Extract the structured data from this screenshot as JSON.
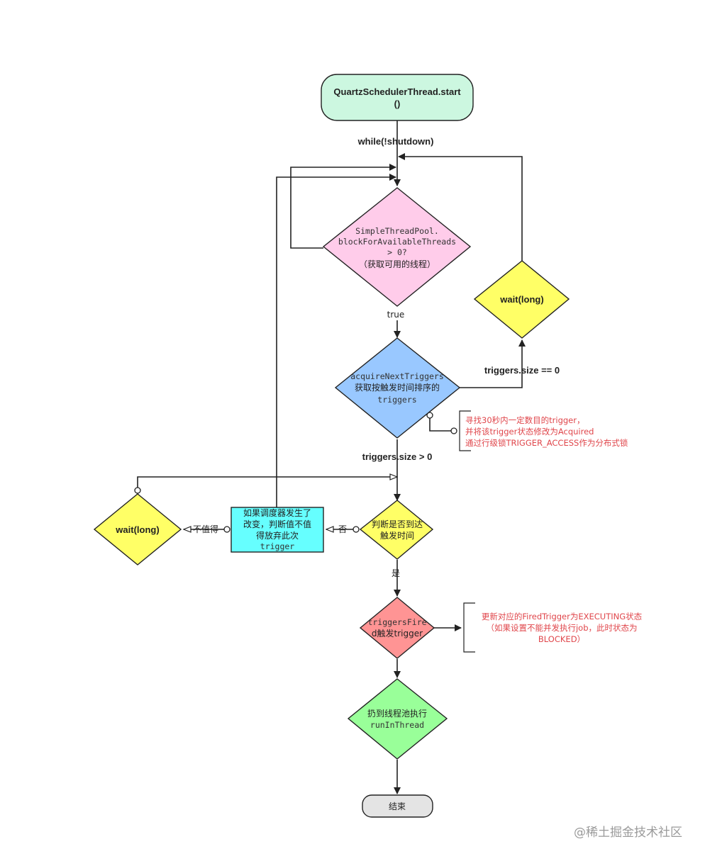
{
  "start": {
    "line1": "QuartzSchedulerThread.start",
    "line2": "()"
  },
  "loop_label": "while(!shutdown)",
  "block_threads": {
    "line1": "SimpleThreadPool.",
    "line2": "blockForAvailableThreads",
    "line3": "> 0?",
    "line4": "（获取可用的线程）"
  },
  "true_label": "true",
  "acquire": {
    "line1": "acquireNextTriggers",
    "line2": "获取按触发时间排序的",
    "line3": "triggers"
  },
  "empty_label": "triggers.size == 0",
  "wait_right": "wait(long)",
  "acquire_note": {
    "line1": "寻找30秒内一定数目的trigger，",
    "line2": "并将该trigger状态修改为Acquired",
    "line3": "通过行级锁TRIGGER_ACCESS作为分布式锁"
  },
  "nonempty_label": "triggers.size > 0",
  "time_check": {
    "line1": "判断是否到达",
    "line2": "触发时间"
  },
  "no_label": "否",
  "changed": {
    "line1": "如果调度器发生了",
    "line2": "改变，判断值不值",
    "line3": "得放弃此次",
    "line4": "trigger"
  },
  "not_worth_label": "不值得",
  "wait_left": "wait(long)",
  "yes_label": "是",
  "fired": {
    "line1": "triggersFire",
    "line2": "d触发trigger"
  },
  "fired_note": {
    "line1": "更新对应的FiredTrigger为EXECUTING状态",
    "line2": "（如果设置不能并发执行job，此时状态为",
    "line3": "BLOCKED）"
  },
  "run": {
    "line1": "扔到线程池执行",
    "line2": "runInThread"
  },
  "end": "结束",
  "watermark": "@稀土掘金技术社区",
  "colors": {
    "start": "#ccf7e0",
    "block": "#ffccea",
    "acquire": "#99c8ff",
    "yellow": "#ffff66",
    "cyan": "#66ffff",
    "fired": "#ff9494",
    "run": "#99ff99",
    "end": "#e4e4e4",
    "note": "#e0464b"
  }
}
